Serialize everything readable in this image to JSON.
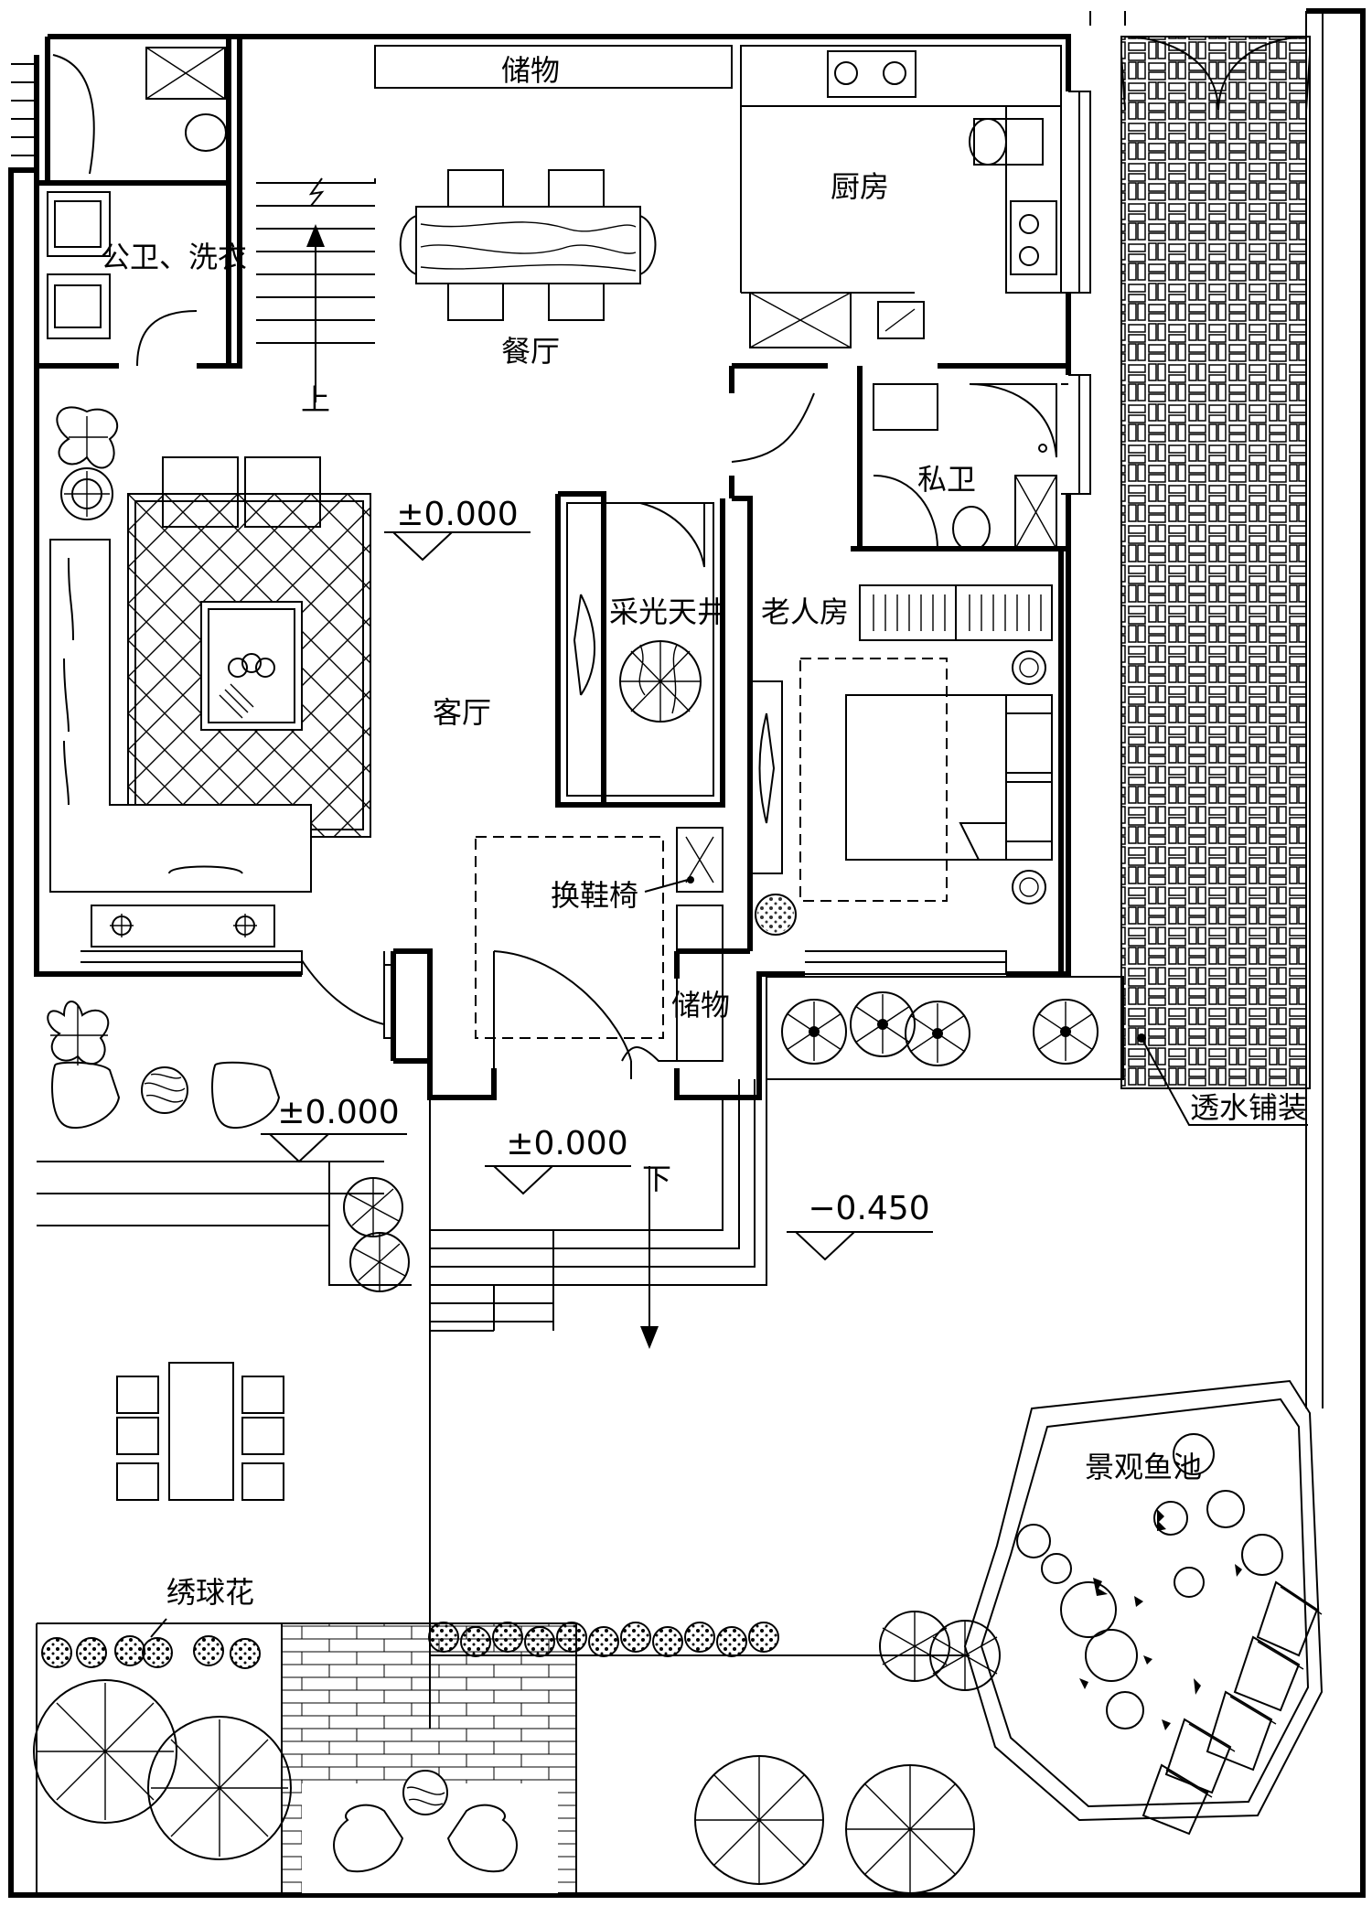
{
  "plan": {
    "rooms": {
      "storage_top": "储物",
      "kitchen": "厨房",
      "public_bath": "公卫、洗衣",
      "dining": "餐厅",
      "stair_up": "上",
      "private_bath": "私卫",
      "skylight": "采光天井",
      "elder_room": "老人房",
      "living": "客厅",
      "shoe_bench": "换鞋椅",
      "storage_entry": "储物"
    },
    "levels": {
      "living": "±0.000",
      "terrace": "±0.000",
      "entry": "±0.000",
      "garden": "−0.450"
    },
    "stair_down": "下",
    "paving": "透水铺装",
    "fish_pond": "景观鱼池",
    "hydrangea": "绣球花"
  }
}
